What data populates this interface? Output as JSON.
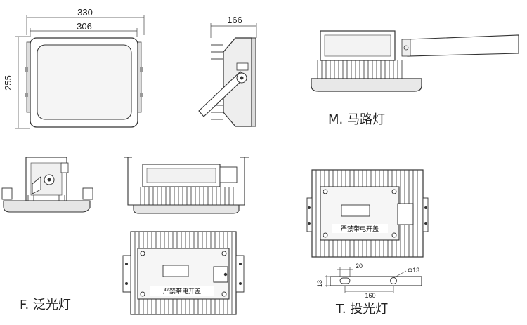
{
  "dimensions": {
    "outer_width": "330",
    "inner_width": "306",
    "height": "255",
    "side_depth": "166",
    "slot_width": "20",
    "hole_diameter": "Φ13",
    "hole_spacing": "160",
    "plate_thickness": "13"
  },
  "plates": {
    "floodlight_plate": "严禁带电开盖",
    "projector_plate": "严禁带电开盖"
  },
  "captions": {
    "street_light": "M. 马路灯",
    "floodlight": "F. 泛光灯",
    "projector": "T. 投光灯"
  },
  "colors": {
    "stroke": "#333333",
    "body_fill": "#e6e6e6",
    "panel_fill": "#f7f7f7"
  }
}
